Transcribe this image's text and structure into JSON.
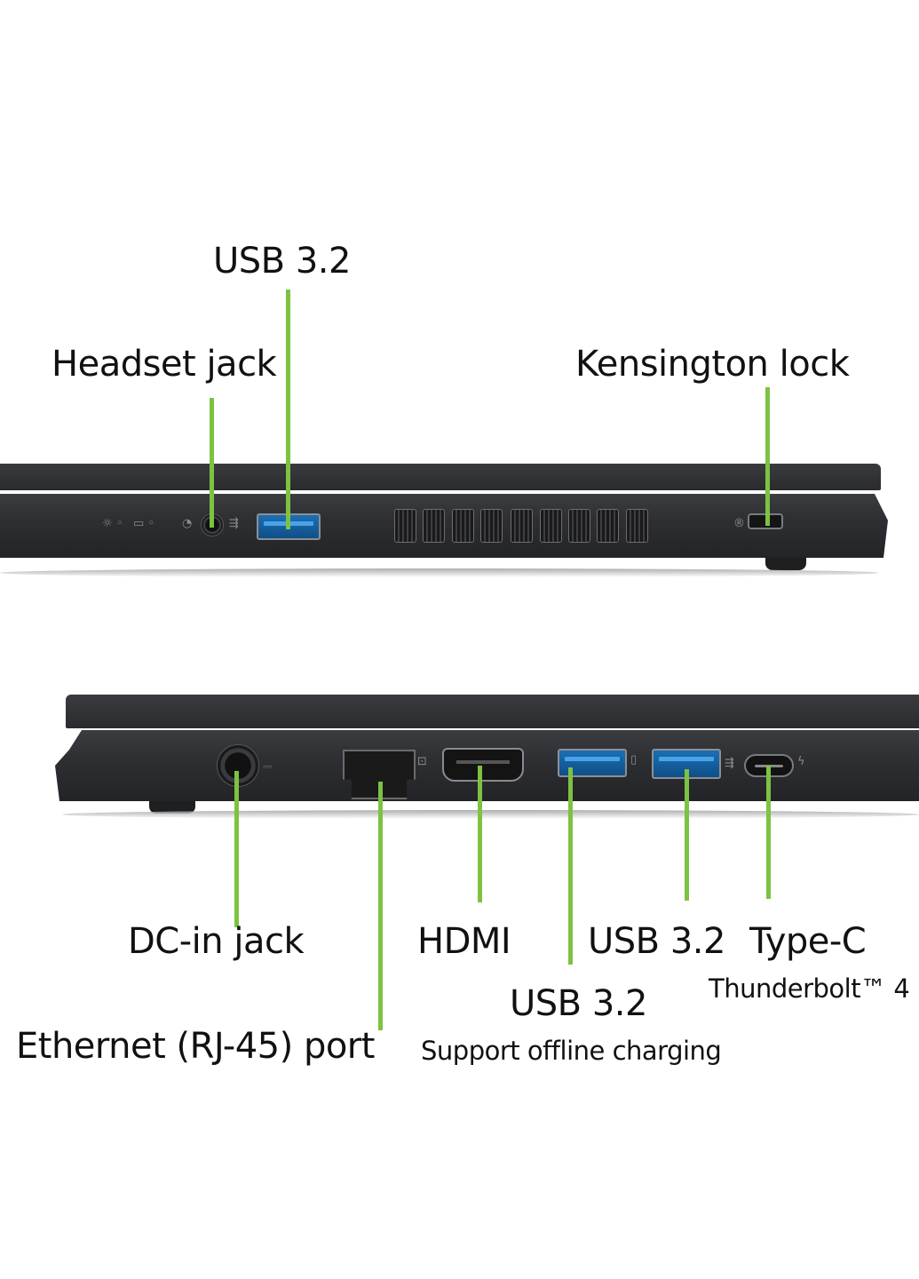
{
  "top_view": {
    "labels": {
      "usb32": "USB 3.2",
      "headset_jack": "Headset jack",
      "kensington_lock": "Kensington lock"
    },
    "port_order": [
      "status-led-power",
      "status-led-battery",
      "headset-jack",
      "usb-3.2-type-a",
      "air-vents",
      "kensington-lock"
    ]
  },
  "bottom_view": {
    "labels": {
      "dc_in": "DC-in jack",
      "ethernet": "Ethernet (RJ-45) port",
      "hdmi": "HDMI",
      "usb32_offline": "USB 3.2",
      "usb32_offline_note": "Support offline charging",
      "usb32": "USB 3.2",
      "typec": "Type-C",
      "typec_note": "Thunderbolt™ 4"
    },
    "port_order": [
      "dc-in-jack",
      "ethernet-rj45",
      "hdmi",
      "usb-3.2-offline-charging",
      "usb-3.2",
      "type-c-thunderbolt-4"
    ]
  },
  "colors": {
    "callout_line": "#7dc242",
    "usb_port_blue": "#1b6fb5",
    "chassis": "#2e2f32",
    "text": "#111111"
  }
}
